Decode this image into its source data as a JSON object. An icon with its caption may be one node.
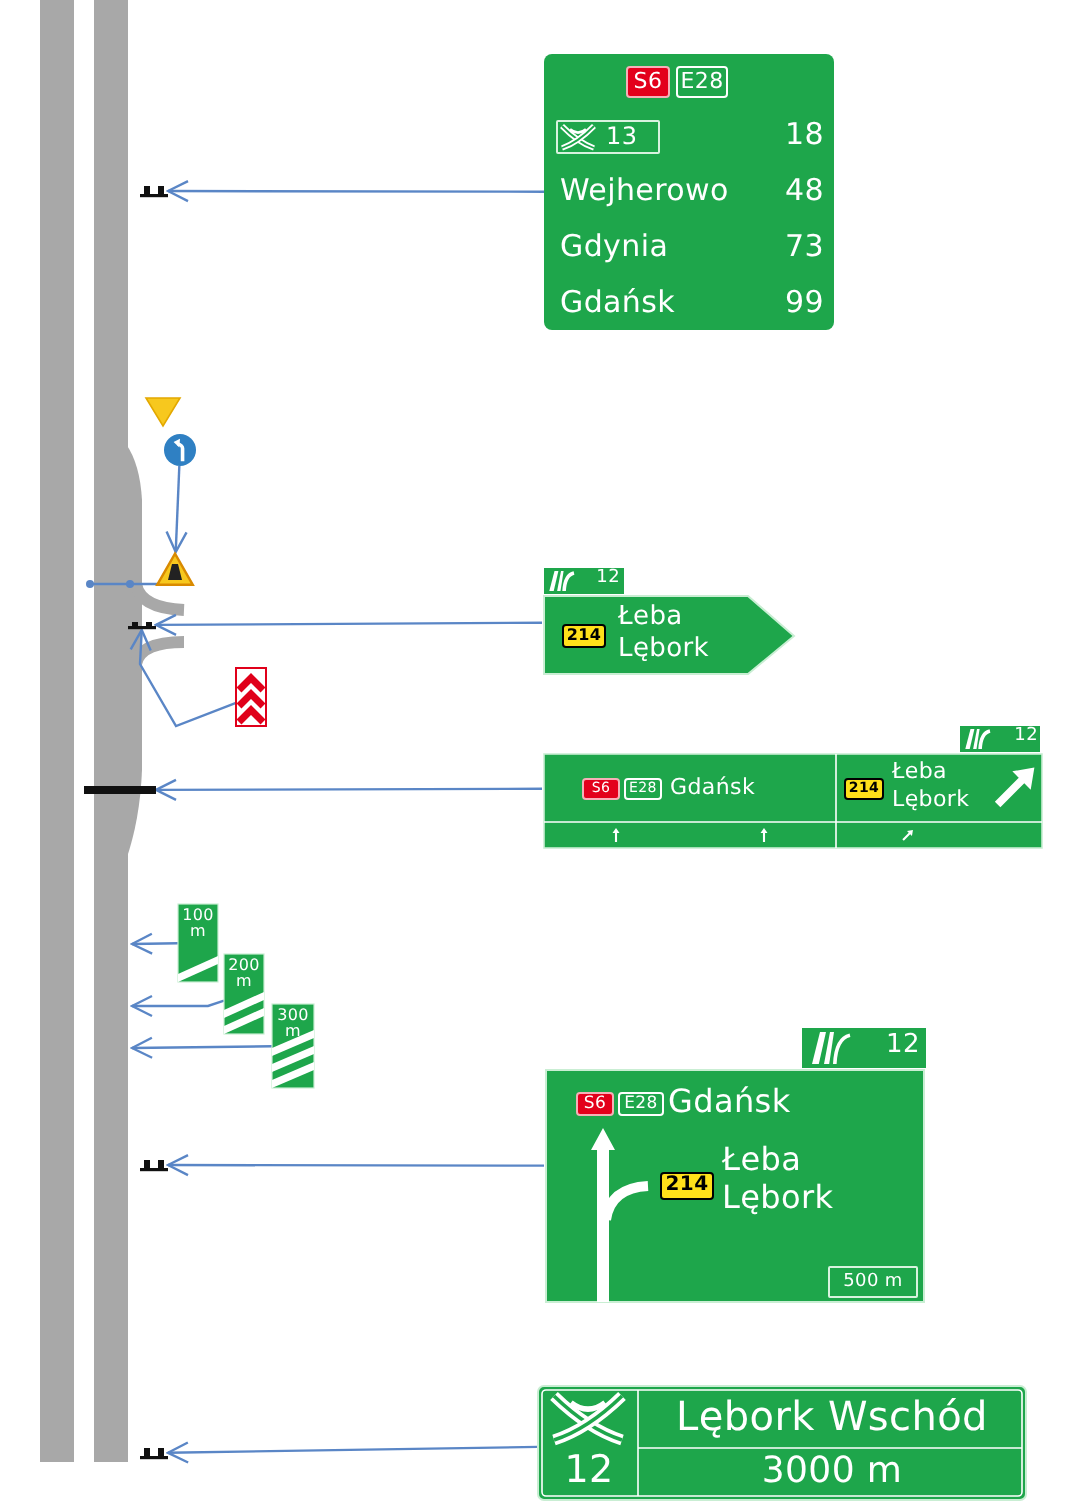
{
  "diagram": {
    "nodes": [
      {
        "text": [
          "S6",
          "E28",
          "13",
          "18",
          "Wejherowo",
          "48",
          "Gdynia",
          "73",
          "Gdańsk",
          "99"
        ]
      },
      {
        "text": [],
        "shape": "bar"
      },
      {
        "text": [],
        "shape": "circle"
      },
      {
        "text": [],
        "shape": "triangle"
      },
      {
        "text": [
          "12",
          "214",
          "Łeba",
          "Lębork"
        ]
      },
      {
        "text": [],
        "shape": "bar"
      },
      {
        "text": [],
        "shape": "box"
      },
      {
        "text": [
          "12",
          "S6",
          "E28",
          "Gdańsk",
          "214",
          "Łeba",
          "Lębork"
        ]
      },
      {
        "text": [],
        "shape": "bar"
      },
      {
        "text": [
          "100 m"
        ]
      },
      {
        "text": [
          "200 m"
        ]
      },
      {
        "text": [
          "300 m"
        ]
      },
      {
        "text": [
          "12",
          "S6",
          "E28",
          "Gdańsk",
          "214",
          "Łeba",
          "Lębork",
          "500 m"
        ]
      },
      {
        "text": [],
        "shape": "bar"
      },
      {
        "text": [
          "Lębork Wschód",
          "12",
          "3000 m"
        ]
      },
      {
        "text": [],
        "shape": "bar"
      }
    ],
    "edges": [
      {
        "from": 0,
        "to": 1,
        "arrow": "to"
      },
      {
        "from": 2,
        "to": 3,
        "arrow": "to"
      },
      {
        "from": 4,
        "to": 5,
        "arrow": "to"
      },
      {
        "from": 6,
        "to": 5,
        "arrow": "to"
      },
      {
        "from": 7,
        "to": 8,
        "arrow": "to"
      },
      {
        "from": 9,
        "to": null,
        "arrow": "to"
      },
      {
        "from": 10,
        "to": null,
        "arrow": "to"
      },
      {
        "from": 11,
        "to": null,
        "arrow": "to"
      },
      {
        "from": 12,
        "to": 13,
        "arrow": "to"
      },
      {
        "from": 14,
        "to": 15,
        "arrow": "to"
      }
    ]
  }
}
